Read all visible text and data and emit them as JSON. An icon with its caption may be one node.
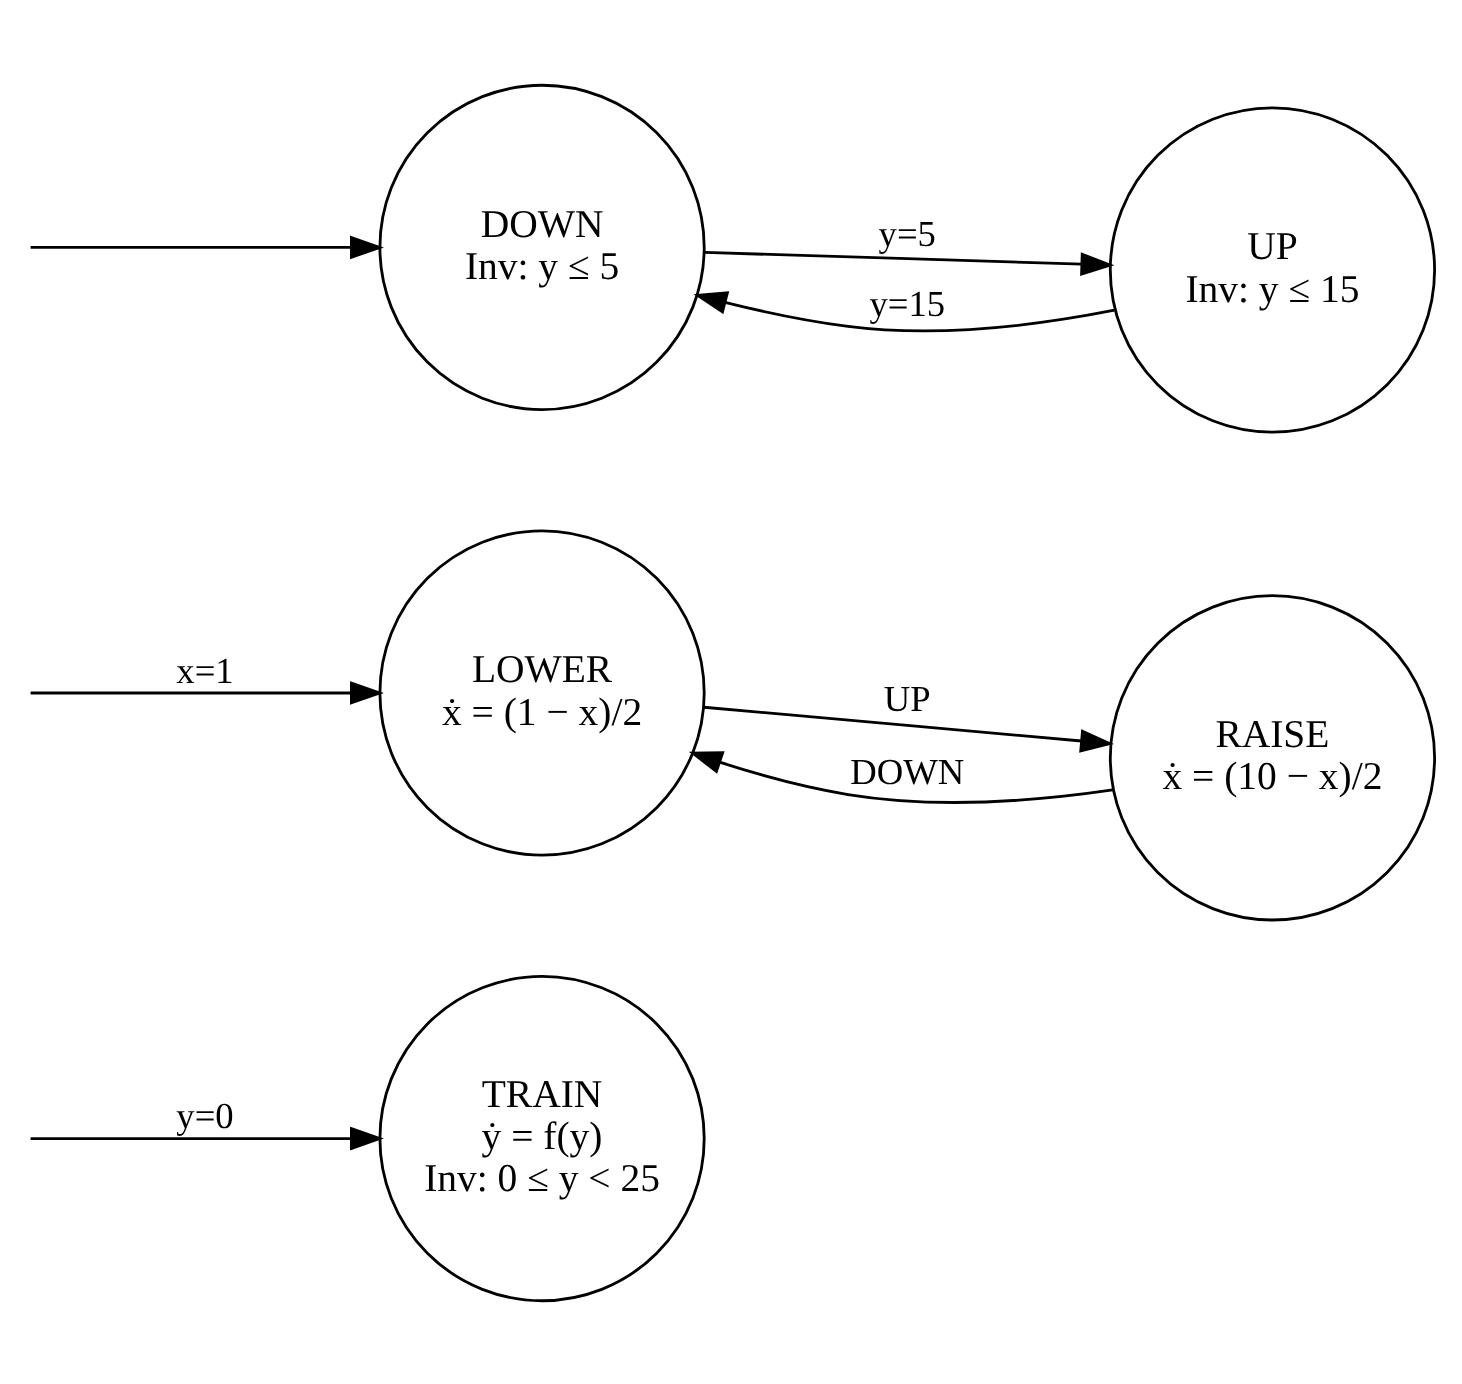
{
  "diagram": {
    "nodes": [
      {
        "text": [
          "TRAIN",
          "ẏ = f(y)",
          "Inv: 0 ≤ y < 25"
        ]
      },
      {
        "text": [
          "LOWER",
          "ẋ = (1 − x)/2"
        ]
      },
      {
        "text": [
          "RAISE",
          "ẋ = (10 − x)/2"
        ]
      },
      {
        "text": [
          "DOWN",
          "Inv: y ≤ 5"
        ]
      },
      {
        "text": [
          "UP",
          "Inv: y ≤ 15"
        ]
      }
    ],
    "edges": [
      {
        "from": null,
        "to": 0,
        "arrow": "to",
        "label": "y=0"
      },
      {
        "from": null,
        "to": 1,
        "arrow": "to",
        "label": "x=1"
      },
      {
        "from": 1,
        "to": 2,
        "arrow": "to",
        "label": "UP"
      },
      {
        "from": 2,
        "to": 1,
        "arrow": "to",
        "label": "DOWN"
      },
      {
        "from": null,
        "to": 3,
        "arrow": "to"
      },
      {
        "from": 3,
        "to": 4,
        "arrow": "to",
        "label": "y=5"
      },
      {
        "from": 4,
        "to": 3,
        "arrow": "to",
        "label": "y=15"
      }
    ]
  }
}
